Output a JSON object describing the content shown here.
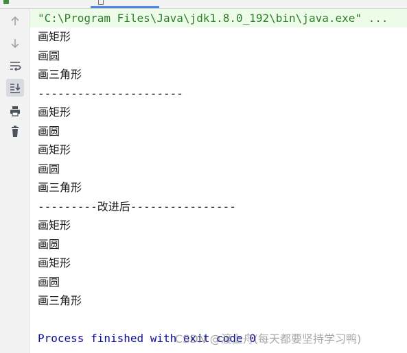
{
  "console": {
    "command": "\"C:\\Program Files\\Java\\jdk1.8.0_192\\bin\\java.exe\" ...",
    "lines": [
      "画矩形",
      "画圆",
      "画三角形",
      "----------------------",
      "画矩形",
      "画圆",
      "画矩形",
      "画圆",
      "画三角形",
      "---------改进后----------------",
      "画矩形",
      "画圆",
      "画矩形",
      "画圆",
      "画三角形"
    ],
    "exit_message": "Process finished with exit code 0"
  },
  "watermark": "CSDN @渡上舟(每天都要坚持学习鸭)",
  "toolbar_icons": [
    "arrow-up-icon",
    "arrow-down-icon",
    "soft-wrap-icon",
    "scroll-to-end-icon",
    "print-icon",
    "trash-icon"
  ],
  "colors": {
    "command_text": "#2f7b2b",
    "command_bg": "#edfce9",
    "exit_text": "#0b0b96",
    "active_tab": "#4a86e8"
  }
}
